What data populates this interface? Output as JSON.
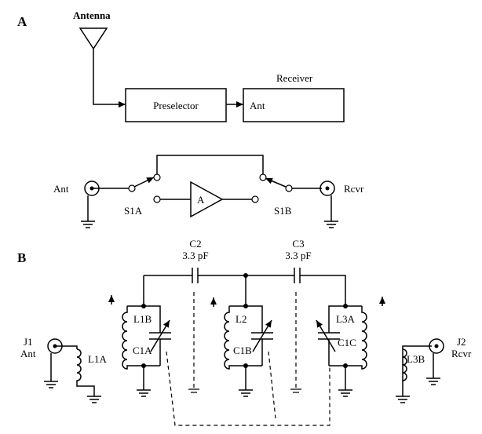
{
  "section_a": {
    "label": "A",
    "block": {
      "antenna": "Antenna",
      "preselector": "Preselector",
      "receiver": "Receiver",
      "receiver_input": "Ant"
    },
    "schematic": {
      "ant": "Ant",
      "rcvr": "Rcvr",
      "switch_a": "S1A",
      "switch_b": "S1B",
      "amp": "A"
    }
  },
  "section_b": {
    "label": "B",
    "c2_name": "C2",
    "c2_value": "3.3 pF",
    "c3_name": "C3",
    "c3_value": "3.3 pF",
    "j1_name": "J1",
    "j1_func": "Ant",
    "j2_name": "J2",
    "j2_func": "Rcvr",
    "l1a": "L1A",
    "l1b": "L1B",
    "c1a": "C1A",
    "l2": "L2",
    "c1b": "C1B",
    "l3a": "L3A",
    "c1c": "C1C",
    "l3b": "L3B"
  }
}
